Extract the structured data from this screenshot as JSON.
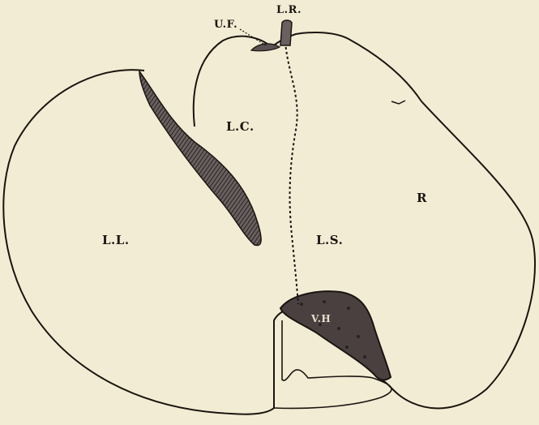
{
  "labels": {
    "ll": "L.L.",
    "lc": "L.C.",
    "ls": "L.S.",
    "r": "R",
    "uf": "U.F.",
    "lr": "L.R.",
    "vh": "V.H"
  },
  "colors": {
    "paper": "#f3ecd4",
    "ink": "#1a1410",
    "hatch": "#4a4040"
  }
}
